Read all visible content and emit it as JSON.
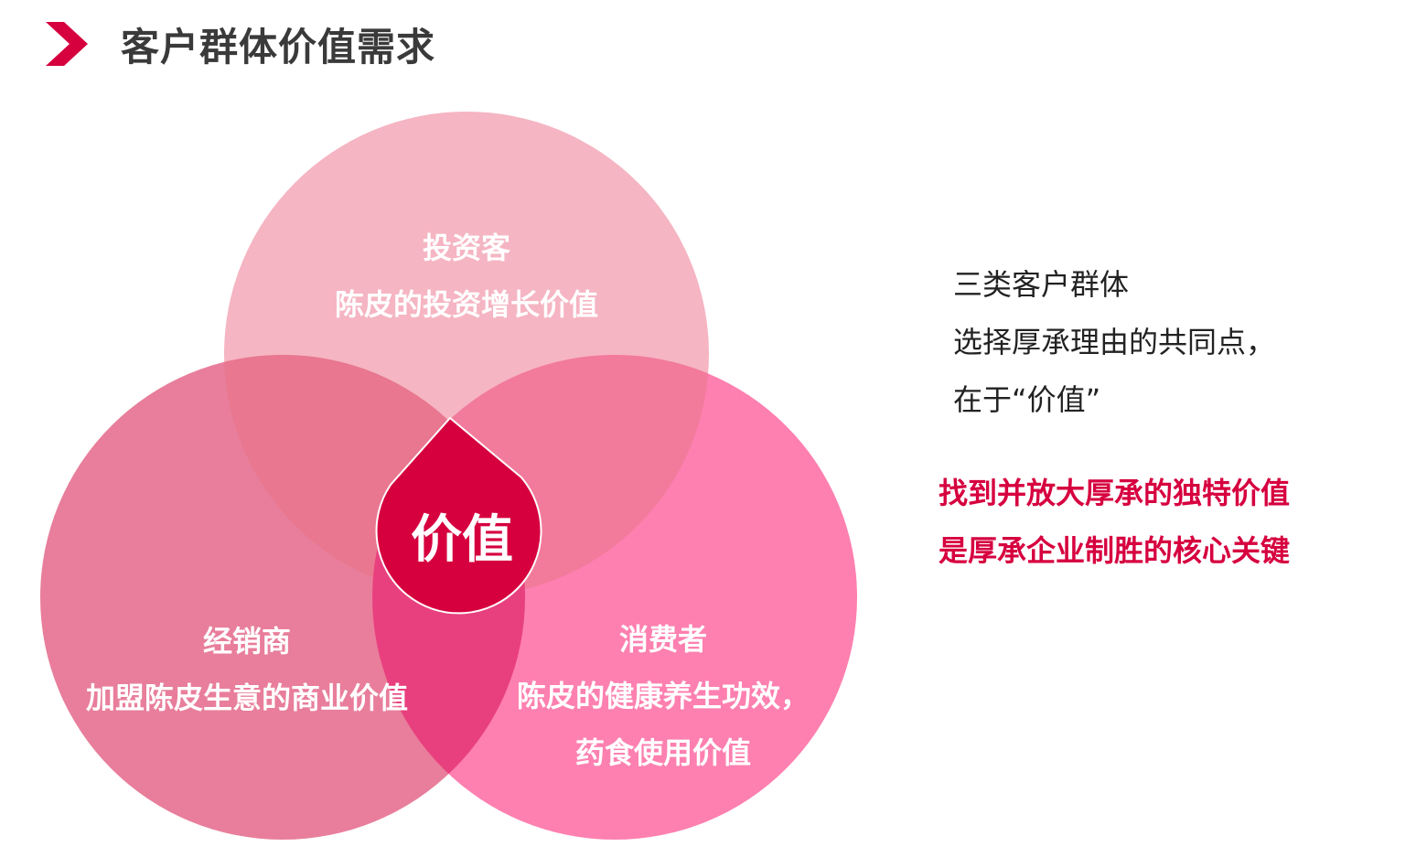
{
  "title": "客户群体价值需求",
  "colors": {
    "accent": "#d6003f",
    "top": "#f5b5c2",
    "left": "#e87e9b",
    "right": "#fd80b0"
  },
  "venn": {
    "top": {
      "name": "投资客",
      "value": "陈皮的投资增长价值"
    },
    "left": {
      "name": "经销商",
      "value": "加盟陈皮生意的商业价值"
    },
    "right": {
      "name": "消费者",
      "value_line1": "陈皮的健康养生功效，",
      "value_line2": "药食使用价值"
    },
    "center": "价值"
  },
  "side": {
    "lines": [
      "三类客户群体",
      "选择厚承理由的共同点，",
      "在于“价值”"
    ],
    "emphasis": [
      "找到并放大厚承的独特价值",
      "是厚承企业制胜的核心关键"
    ]
  }
}
